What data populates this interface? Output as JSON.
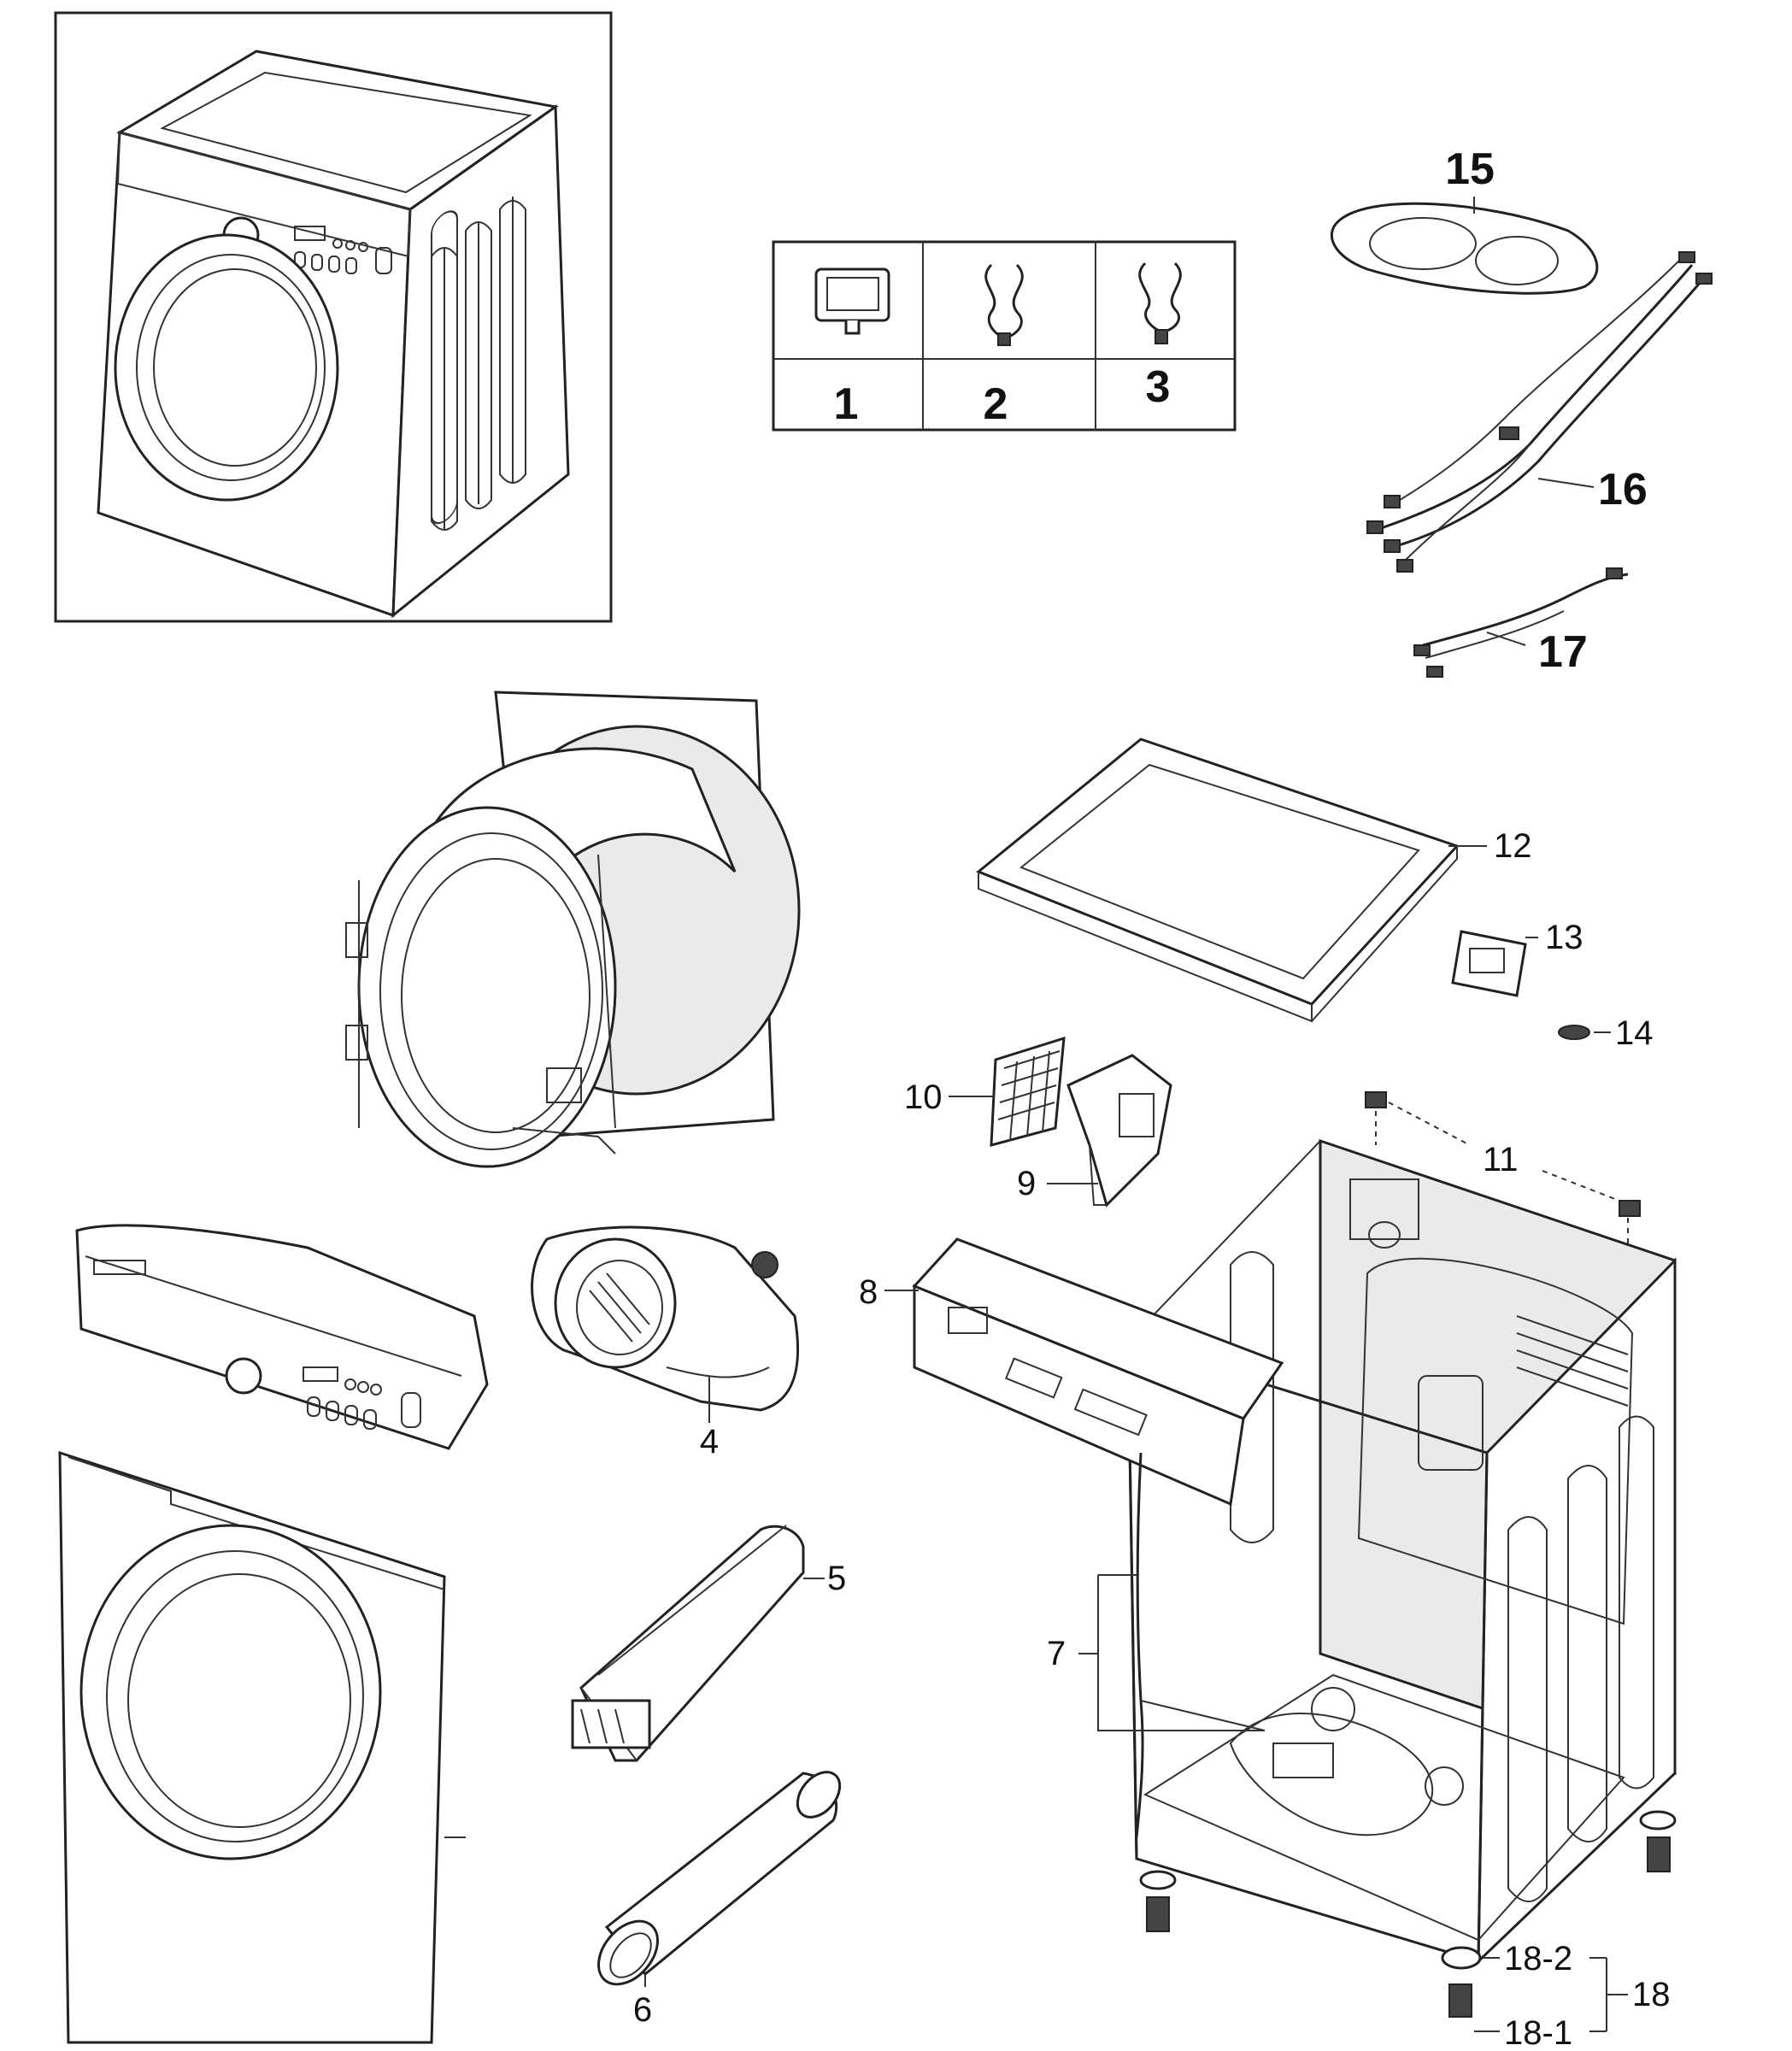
{
  "inset_table": {
    "labels": [
      "1",
      "2",
      "3"
    ]
  },
  "callouts": {
    "c4": "4",
    "c5": "5",
    "c6": "6",
    "c7": "7",
    "c8": "8",
    "c9": "9",
    "c10": "10",
    "c11": "11",
    "c12": "12",
    "c13": "13",
    "c14": "14",
    "c15": "15",
    "c16": "16",
    "c17": "17",
    "c18": "18",
    "c18_1": "18-1",
    "c18_2": "18-2"
  }
}
